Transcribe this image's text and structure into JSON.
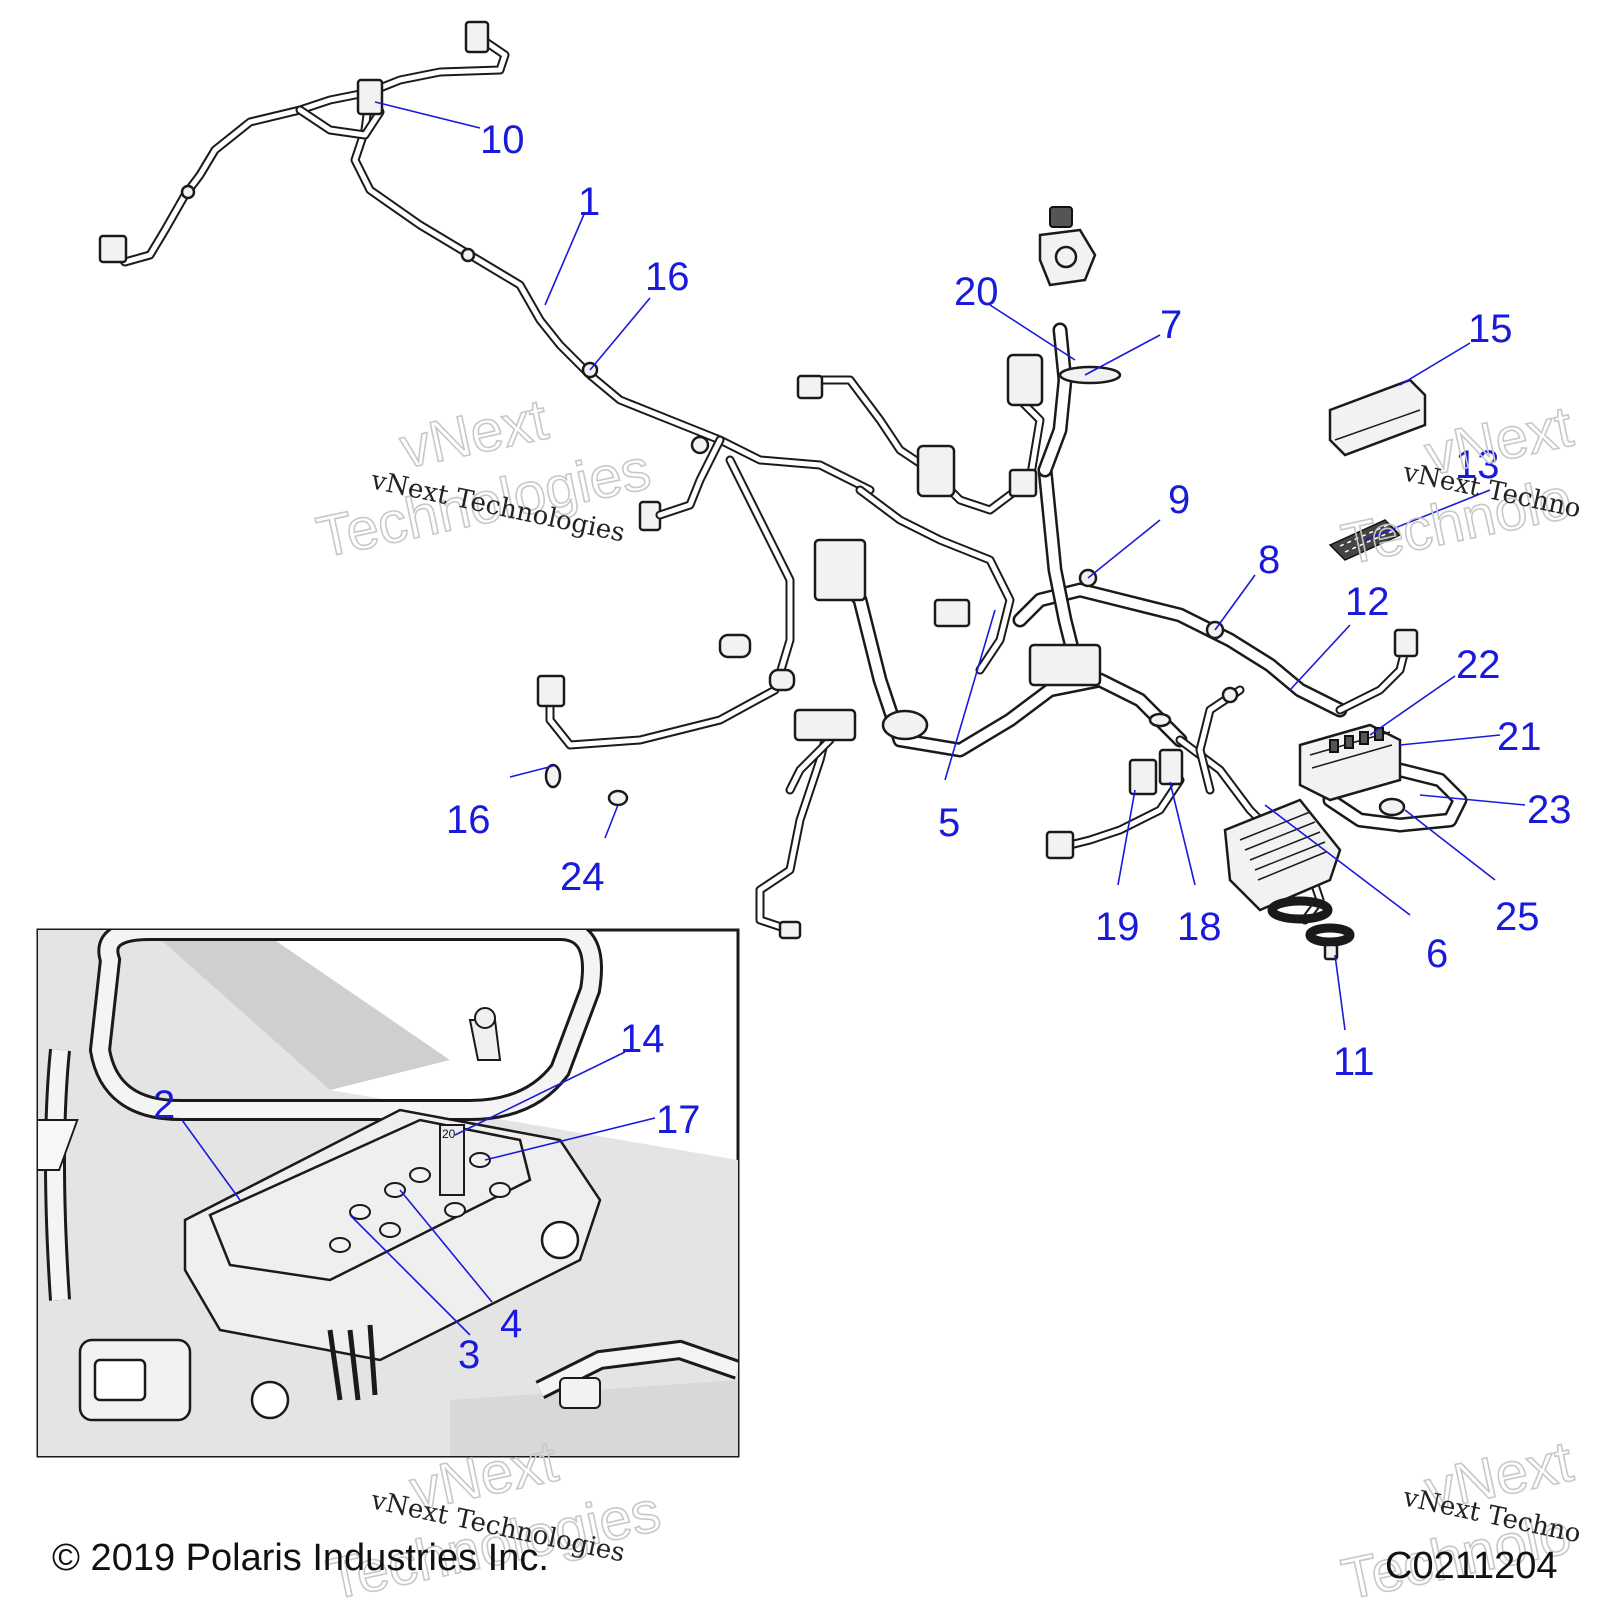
{
  "colors": {
    "callout": "#1a1adb",
    "leader": "#1a1adb",
    "line": "#1a1a1a"
  },
  "callouts": [
    {
      "id": "c1",
      "label": "1"
    },
    {
      "id": "c10",
      "label": "10"
    },
    {
      "id": "c16a",
      "label": "16"
    },
    {
      "id": "c16b",
      "label": "16"
    },
    {
      "id": "c20",
      "label": "20"
    },
    {
      "id": "c7",
      "label": "7"
    },
    {
      "id": "c15",
      "label": "15"
    },
    {
      "id": "c13",
      "label": "13"
    },
    {
      "id": "c9",
      "label": "9"
    },
    {
      "id": "c8",
      "label": "8"
    },
    {
      "id": "c12",
      "label": "12"
    },
    {
      "id": "c22",
      "label": "22"
    },
    {
      "id": "c21",
      "label": "21"
    },
    {
      "id": "c23",
      "label": "23"
    },
    {
      "id": "c25",
      "label": "25"
    },
    {
      "id": "c6",
      "label": "6"
    },
    {
      "id": "c11",
      "label": "11"
    },
    {
      "id": "c18",
      "label": "18"
    },
    {
      "id": "c19",
      "label": "19"
    },
    {
      "id": "c5",
      "label": "5"
    },
    {
      "id": "c24",
      "label": "24"
    },
    {
      "id": "c2",
      "label": "2"
    },
    {
      "id": "c14",
      "label": "14"
    },
    {
      "id": "c17",
      "label": "17"
    },
    {
      "id": "c3",
      "label": "3"
    },
    {
      "id": "c4",
      "label": "4"
    }
  ],
  "watermarks": {
    "small": "vNext Technologies",
    "small_cut": "vNext Techno",
    "line1": "vNext",
    "line2": "Technologies",
    "line2_cut": "Technolo"
  },
  "inset_fuse_label": "20",
  "footer": {
    "copyright": "© 2019 Polaris Industries Inc.",
    "code": "C0211204"
  }
}
